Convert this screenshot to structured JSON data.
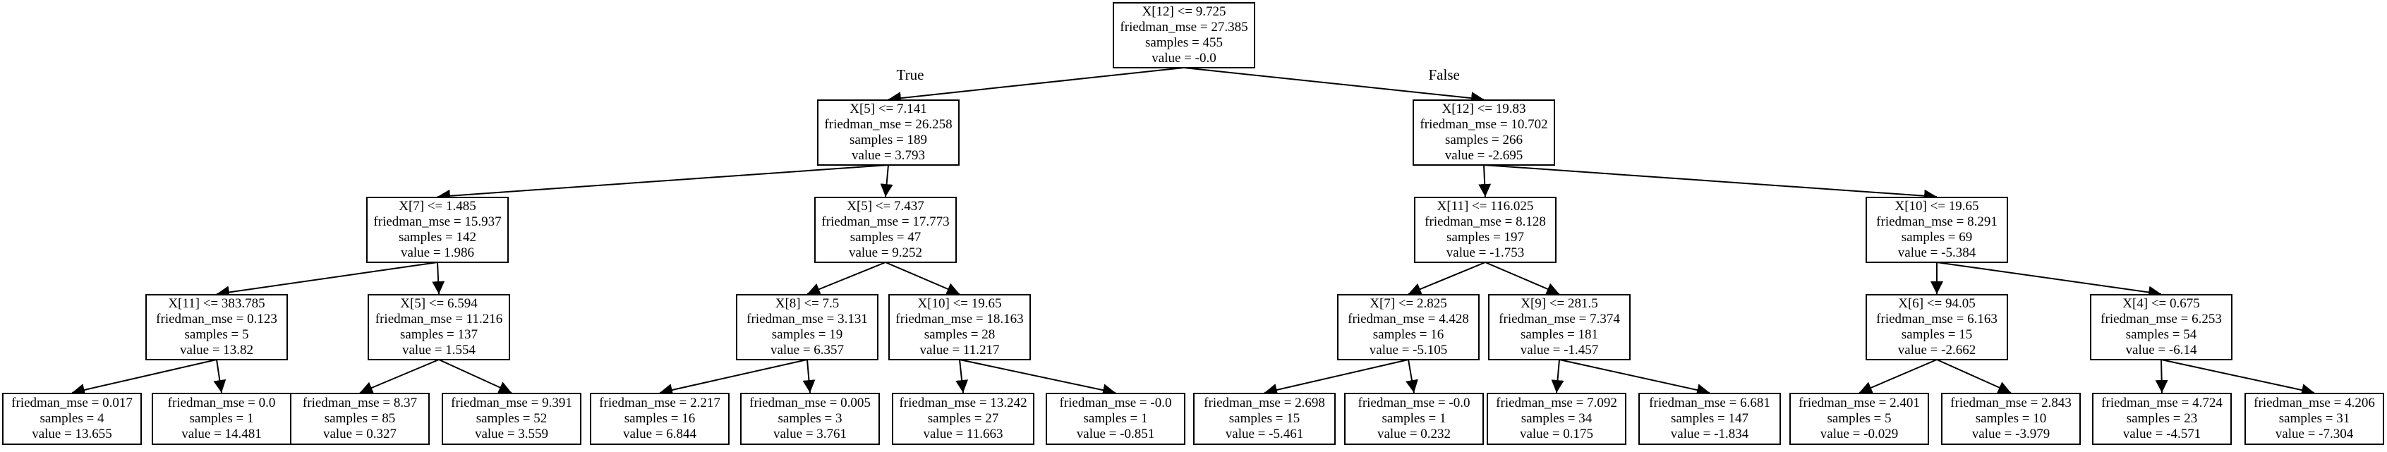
{
  "tree": {
    "nodes": [
      {
        "id": "n0",
        "lines": [
          "X[12] <= 9.725",
          "friedman_mse = 27.385",
          "samples = 455",
          "value = -0.0"
        ]
      },
      {
        "id": "n1",
        "lines": [
          "X[5] <= 7.141",
          "friedman_mse = 26.258",
          "samples = 189",
          "value = 3.793"
        ]
      },
      {
        "id": "n2",
        "lines": [
          "X[12] <= 19.83",
          "friedman_mse = 10.702",
          "samples = 266",
          "value = -2.695"
        ]
      },
      {
        "id": "n3",
        "lines": [
          "X[7] <= 1.485",
          "friedman_mse = 15.937",
          "samples = 142",
          "value = 1.986"
        ]
      },
      {
        "id": "n4",
        "lines": [
          "X[5] <= 7.437",
          "friedman_mse = 17.773",
          "samples = 47",
          "value = 9.252"
        ]
      },
      {
        "id": "n5",
        "lines": [
          "X[11] <= 116.025",
          "friedman_mse = 8.128",
          "samples = 197",
          "value = -1.753"
        ]
      },
      {
        "id": "n6",
        "lines": [
          "X[10] <= 19.65",
          "friedman_mse = 8.291",
          "samples = 69",
          "value = -5.384"
        ]
      },
      {
        "id": "n7",
        "lines": [
          "X[11] <= 383.785",
          "friedman_mse = 0.123",
          "samples = 5",
          "value = 13.82"
        ]
      },
      {
        "id": "n8",
        "lines": [
          "X[5] <= 6.594",
          "friedman_mse = 11.216",
          "samples = 137",
          "value = 1.554"
        ]
      },
      {
        "id": "n9",
        "lines": [
          "X[8] <= 7.5",
          "friedman_mse = 3.131",
          "samples = 19",
          "value = 6.357"
        ]
      },
      {
        "id": "n10",
        "lines": [
          "X[10] <= 19.65",
          "friedman_mse = 18.163",
          "samples = 28",
          "value = 11.217"
        ]
      },
      {
        "id": "n11",
        "lines": [
          "X[7] <= 2.825",
          "friedman_mse = 4.428",
          "samples = 16",
          "value = -5.105"
        ]
      },
      {
        "id": "n12",
        "lines": [
          "X[9] <= 281.5",
          "friedman_mse = 7.374",
          "samples = 181",
          "value = -1.457"
        ]
      },
      {
        "id": "n13",
        "lines": [
          "X[6] <= 94.05",
          "friedman_mse = 6.163",
          "samples = 15",
          "value = -2.662"
        ]
      },
      {
        "id": "n14",
        "lines": [
          "X[4] <= 0.675",
          "friedman_mse = 6.253",
          "samples = 54",
          "value = -6.14"
        ]
      },
      {
        "id": "n15",
        "lines": [
          "friedman_mse = 0.017",
          "samples = 4",
          "value = 13.655"
        ]
      },
      {
        "id": "n16",
        "lines": [
          "friedman_mse = 0.0",
          "samples = 1",
          "value = 14.481"
        ]
      },
      {
        "id": "n17",
        "lines": [
          "friedman_mse = 8.37",
          "samples = 85",
          "value = 0.327"
        ]
      },
      {
        "id": "n18",
        "lines": [
          "friedman_mse = 9.391",
          "samples = 52",
          "value = 3.559"
        ]
      },
      {
        "id": "n19",
        "lines": [
          "friedman_mse = 2.217",
          "samples = 16",
          "value = 6.844"
        ]
      },
      {
        "id": "n20",
        "lines": [
          "friedman_mse = 0.005",
          "samples = 3",
          "value = 3.761"
        ]
      },
      {
        "id": "n21",
        "lines": [
          "friedman_mse = 13.242",
          "samples = 27",
          "value = 11.663"
        ]
      },
      {
        "id": "n22",
        "lines": [
          "friedman_mse = -0.0",
          "samples = 1",
          "value = -0.851"
        ]
      },
      {
        "id": "n23",
        "lines": [
          "friedman_mse = 2.698",
          "samples = 15",
          "value = -5.461"
        ]
      },
      {
        "id": "n24",
        "lines": [
          "friedman_mse = -0.0",
          "samples = 1",
          "value = 0.232"
        ]
      },
      {
        "id": "n25",
        "lines": [
          "friedman_mse = 7.092",
          "samples = 34",
          "value = 0.175"
        ]
      },
      {
        "id": "n26",
        "lines": [
          "friedman_mse = 6.681",
          "samples = 147",
          "value = -1.834"
        ]
      },
      {
        "id": "n27",
        "lines": [
          "friedman_mse = 2.401",
          "samples = 5",
          "value = -0.029"
        ]
      },
      {
        "id": "n28",
        "lines": [
          "friedman_mse = 2.843",
          "samples = 10",
          "value = -3.979"
        ]
      },
      {
        "id": "n29",
        "lines": [
          "friedman_mse = 4.724",
          "samples = 23",
          "value = -4.571"
        ]
      },
      {
        "id": "n30",
        "lines": [
          "friedman_mse = 4.206",
          "samples = 31",
          "value = -7.304"
        ]
      }
    ],
    "edges": [
      {
        "from": "n0",
        "to": "n1",
        "label": "True"
      },
      {
        "from": "n0",
        "to": "n2",
        "label": "False"
      },
      {
        "from": "n1",
        "to": "n3"
      },
      {
        "from": "n1",
        "to": "n4"
      },
      {
        "from": "n2",
        "to": "n5"
      },
      {
        "from": "n2",
        "to": "n6"
      },
      {
        "from": "n3",
        "to": "n7"
      },
      {
        "from": "n3",
        "to": "n8"
      },
      {
        "from": "n4",
        "to": "n9"
      },
      {
        "from": "n4",
        "to": "n10"
      },
      {
        "from": "n5",
        "to": "n11"
      },
      {
        "from": "n5",
        "to": "n12"
      },
      {
        "from": "n6",
        "to": "n13"
      },
      {
        "from": "n6",
        "to": "n14"
      },
      {
        "from": "n7",
        "to": "n15"
      },
      {
        "from": "n7",
        "to": "n16"
      },
      {
        "from": "n8",
        "to": "n17"
      },
      {
        "from": "n8",
        "to": "n18"
      },
      {
        "from": "n9",
        "to": "n19"
      },
      {
        "from": "n9",
        "to": "n20"
      },
      {
        "from": "n10",
        "to": "n21"
      },
      {
        "from": "n10",
        "to": "n22"
      },
      {
        "from": "n11",
        "to": "n23"
      },
      {
        "from": "n11",
        "to": "n24"
      },
      {
        "from": "n12",
        "to": "n25"
      },
      {
        "from": "n12",
        "to": "n26"
      },
      {
        "from": "n13",
        "to": "n27"
      },
      {
        "from": "n13",
        "to": "n28"
      },
      {
        "from": "n14",
        "to": "n29"
      },
      {
        "from": "n14",
        "to": "n30"
      }
    ]
  }
}
